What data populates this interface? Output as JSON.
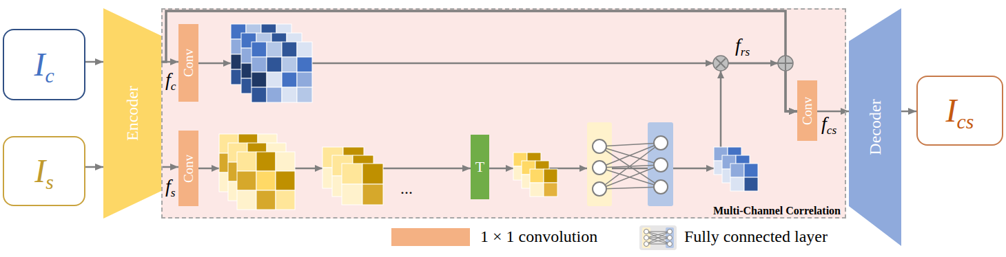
{
  "diagram": {
    "nodes": [
      {
        "text": [
          "Ic"
        ]
      },
      {
        "text": [
          "Is"
        ]
      },
      {
        "text": [
          "Encoder"
        ]
      },
      {
        "text": [
          "Multi-Channel Correlation"
        ]
      },
      {
        "text": [
          "Conv"
        ],
        "in": 3
      },
      {
        "text": [
          "Conv"
        ],
        "in": 3
      },
      {
        "text": [
          "T"
        ],
        "in": 3
      },
      {
        "text": [
          "Conv"
        ],
        "in": 3
      },
      {
        "text": [
          "Decoder"
        ]
      },
      {
        "text": [
          "Ics"
        ]
      }
    ],
    "edges": [
      {
        "from": 0,
        "to": 2,
        "arrow": "to"
      },
      {
        "from": 1,
        "to": 2,
        "arrow": "to"
      },
      {
        "from": 2,
        "to": 4,
        "arrow": "to",
        "label": "fc"
      },
      {
        "from": 2,
        "to": 5,
        "arrow": "to",
        "label": "fs"
      },
      {
        "from": 2,
        "to": 7,
        "arrow": "to"
      },
      {
        "from": 4,
        "to": 7,
        "arrow": "to"
      },
      {
        "from": 5,
        "to": 6,
        "arrow": "to"
      },
      {
        "from": 6,
        "to": 7,
        "arrow": "to"
      },
      {
        "from": 7,
        "to": 8,
        "arrow": "to",
        "label": "fcs"
      },
      {
        "from": 8,
        "to": 9,
        "arrow": "to"
      }
    ],
    "labels": [
      "frs",
      "..."
    ],
    "legend": [
      {
        "text": "1 × 1 convolution",
        "color": "#f4b183"
      },
      {
        "text": "Fully connected layer"
      }
    ]
  }
}
